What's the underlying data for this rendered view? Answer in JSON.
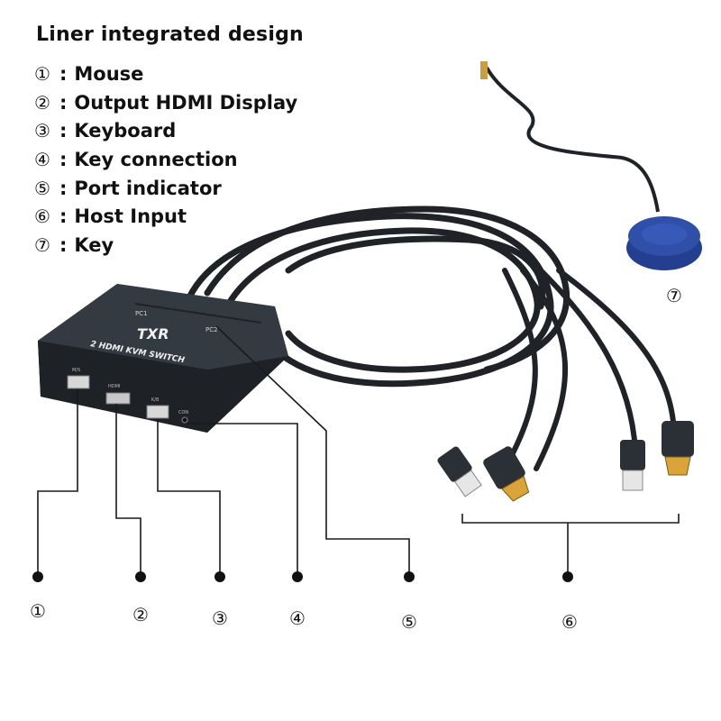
{
  "title": "Liner integrated design",
  "legend": [
    {
      "num": "①",
      "label": "Mouse"
    },
    {
      "num": "②",
      "label": "Output HDMI Display"
    },
    {
      "num": "③",
      "label": "Keyboard"
    },
    {
      "num": "④",
      "label": "Key connection"
    },
    {
      "num": "⑤",
      "label": "Port indicator"
    },
    {
      "num": "⑥",
      "label": "Host Input"
    },
    {
      "num": "⑦",
      "label": "Key"
    }
  ],
  "separator": ":",
  "callouts": [
    "①",
    "②",
    "③",
    "④",
    "⑤",
    "⑥",
    "⑦"
  ],
  "device": {
    "brand": "TXR",
    "model": "2 HDMI KVM SWITCH",
    "pc1": "PC1",
    "pc2": "PC2",
    "port_ms": "M/S",
    "port_hdmi": "HDMI",
    "port_kb": "K/B",
    "port_con": "CON"
  },
  "colors": {
    "device_body": "#2b3036",
    "cable": "#1f2328",
    "key_puck": "#2f4fa8",
    "leader_line": "#1a1a1a"
  }
}
